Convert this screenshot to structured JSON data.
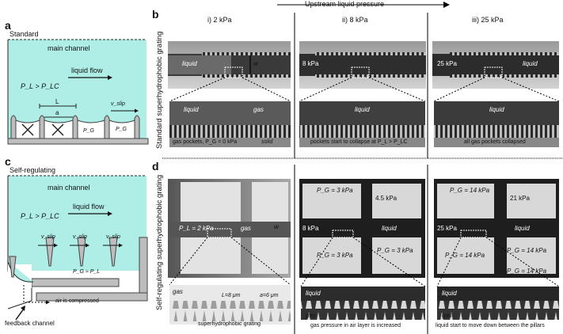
{
  "panels": {
    "a": {
      "label": "a",
      "title": "Standard",
      "main_channel": "main channel",
      "pressure_relation": "P_L > P_LC",
      "flow": "liquid flow",
      "L": "L",
      "a": "a",
      "vslip": "v_slip",
      "pg1": "P_G",
      "pg2": "P_G"
    },
    "b": {
      "label": "b",
      "side": "Standard superhydrophobic grating",
      "col_headers": [
        "i)  2 kPa",
        "ii)  8 kPa",
        "iii)  25 kPa"
      ],
      "top_header": "Upstream liquid pressure",
      "img1": {
        "liquid": "liquid",
        "w": "w"
      },
      "img2": {
        "pressure": "8 kPa"
      },
      "img3": {
        "pressure": "25 kPa",
        "liquid": "liquid"
      },
      "zoom1": {
        "liquid": "liquid",
        "gas": "gas",
        "caption": "gas pockets, P_G = 0 kPa",
        "solid": "solid"
      },
      "zoom2": {
        "liquid": "liquid",
        "caption": "pockets start to collapse at P_L > P_LC"
      },
      "zoom3": {
        "liquid": "liquid",
        "caption": "all gas pockets collapsed"
      }
    },
    "c": {
      "label": "c",
      "title": "Self-regulating",
      "main_channel": "main channel",
      "pressure_relation": "P_L > P_LC",
      "flow": "liquid flow",
      "vslip": "v_slip",
      "pg": "P_G ≈ P_L",
      "air": "air is compressed",
      "feedback": "feedback channel"
    },
    "d": {
      "label": "d",
      "side": "Self-regulating superhydrophobic grating",
      "img1": {
        "pl": "P_L = 2 kPa",
        "gas": "gas",
        "w": "w"
      },
      "img2": {
        "pg_top": "P_G = 3 kPa",
        "p45": "4.5 kPa",
        "p8": "8 kPa",
        "liquid": "liquid",
        "pg_left": "P_G = 3 kPa",
        "pg_right": "P_G = 3 kPa"
      },
      "img3": {
        "pg_top": "P_G = 14 kPa",
        "p21": "21 kPa",
        "p25": "25 kPa",
        "liquid": "liquid",
        "pg_left": "P_G = 14 kPa",
        "pg_right": "P_G = 14 kPa",
        "pg_bottom": "P_G = 14 kPa"
      },
      "zoom1": {
        "gas": "gas",
        "L": "L=8 μm",
        "a": "a=6 μm",
        "caption": "superhydrophobic grating"
      },
      "zoom2": {
        "liquid": "liquid",
        "gas": "gas",
        "caption": "gas pressure in air layer is increased"
      },
      "zoom3": {
        "liquid": "liquid",
        "gas": "gas",
        "caption": "liquid start to move down between the pillars"
      }
    }
  }
}
